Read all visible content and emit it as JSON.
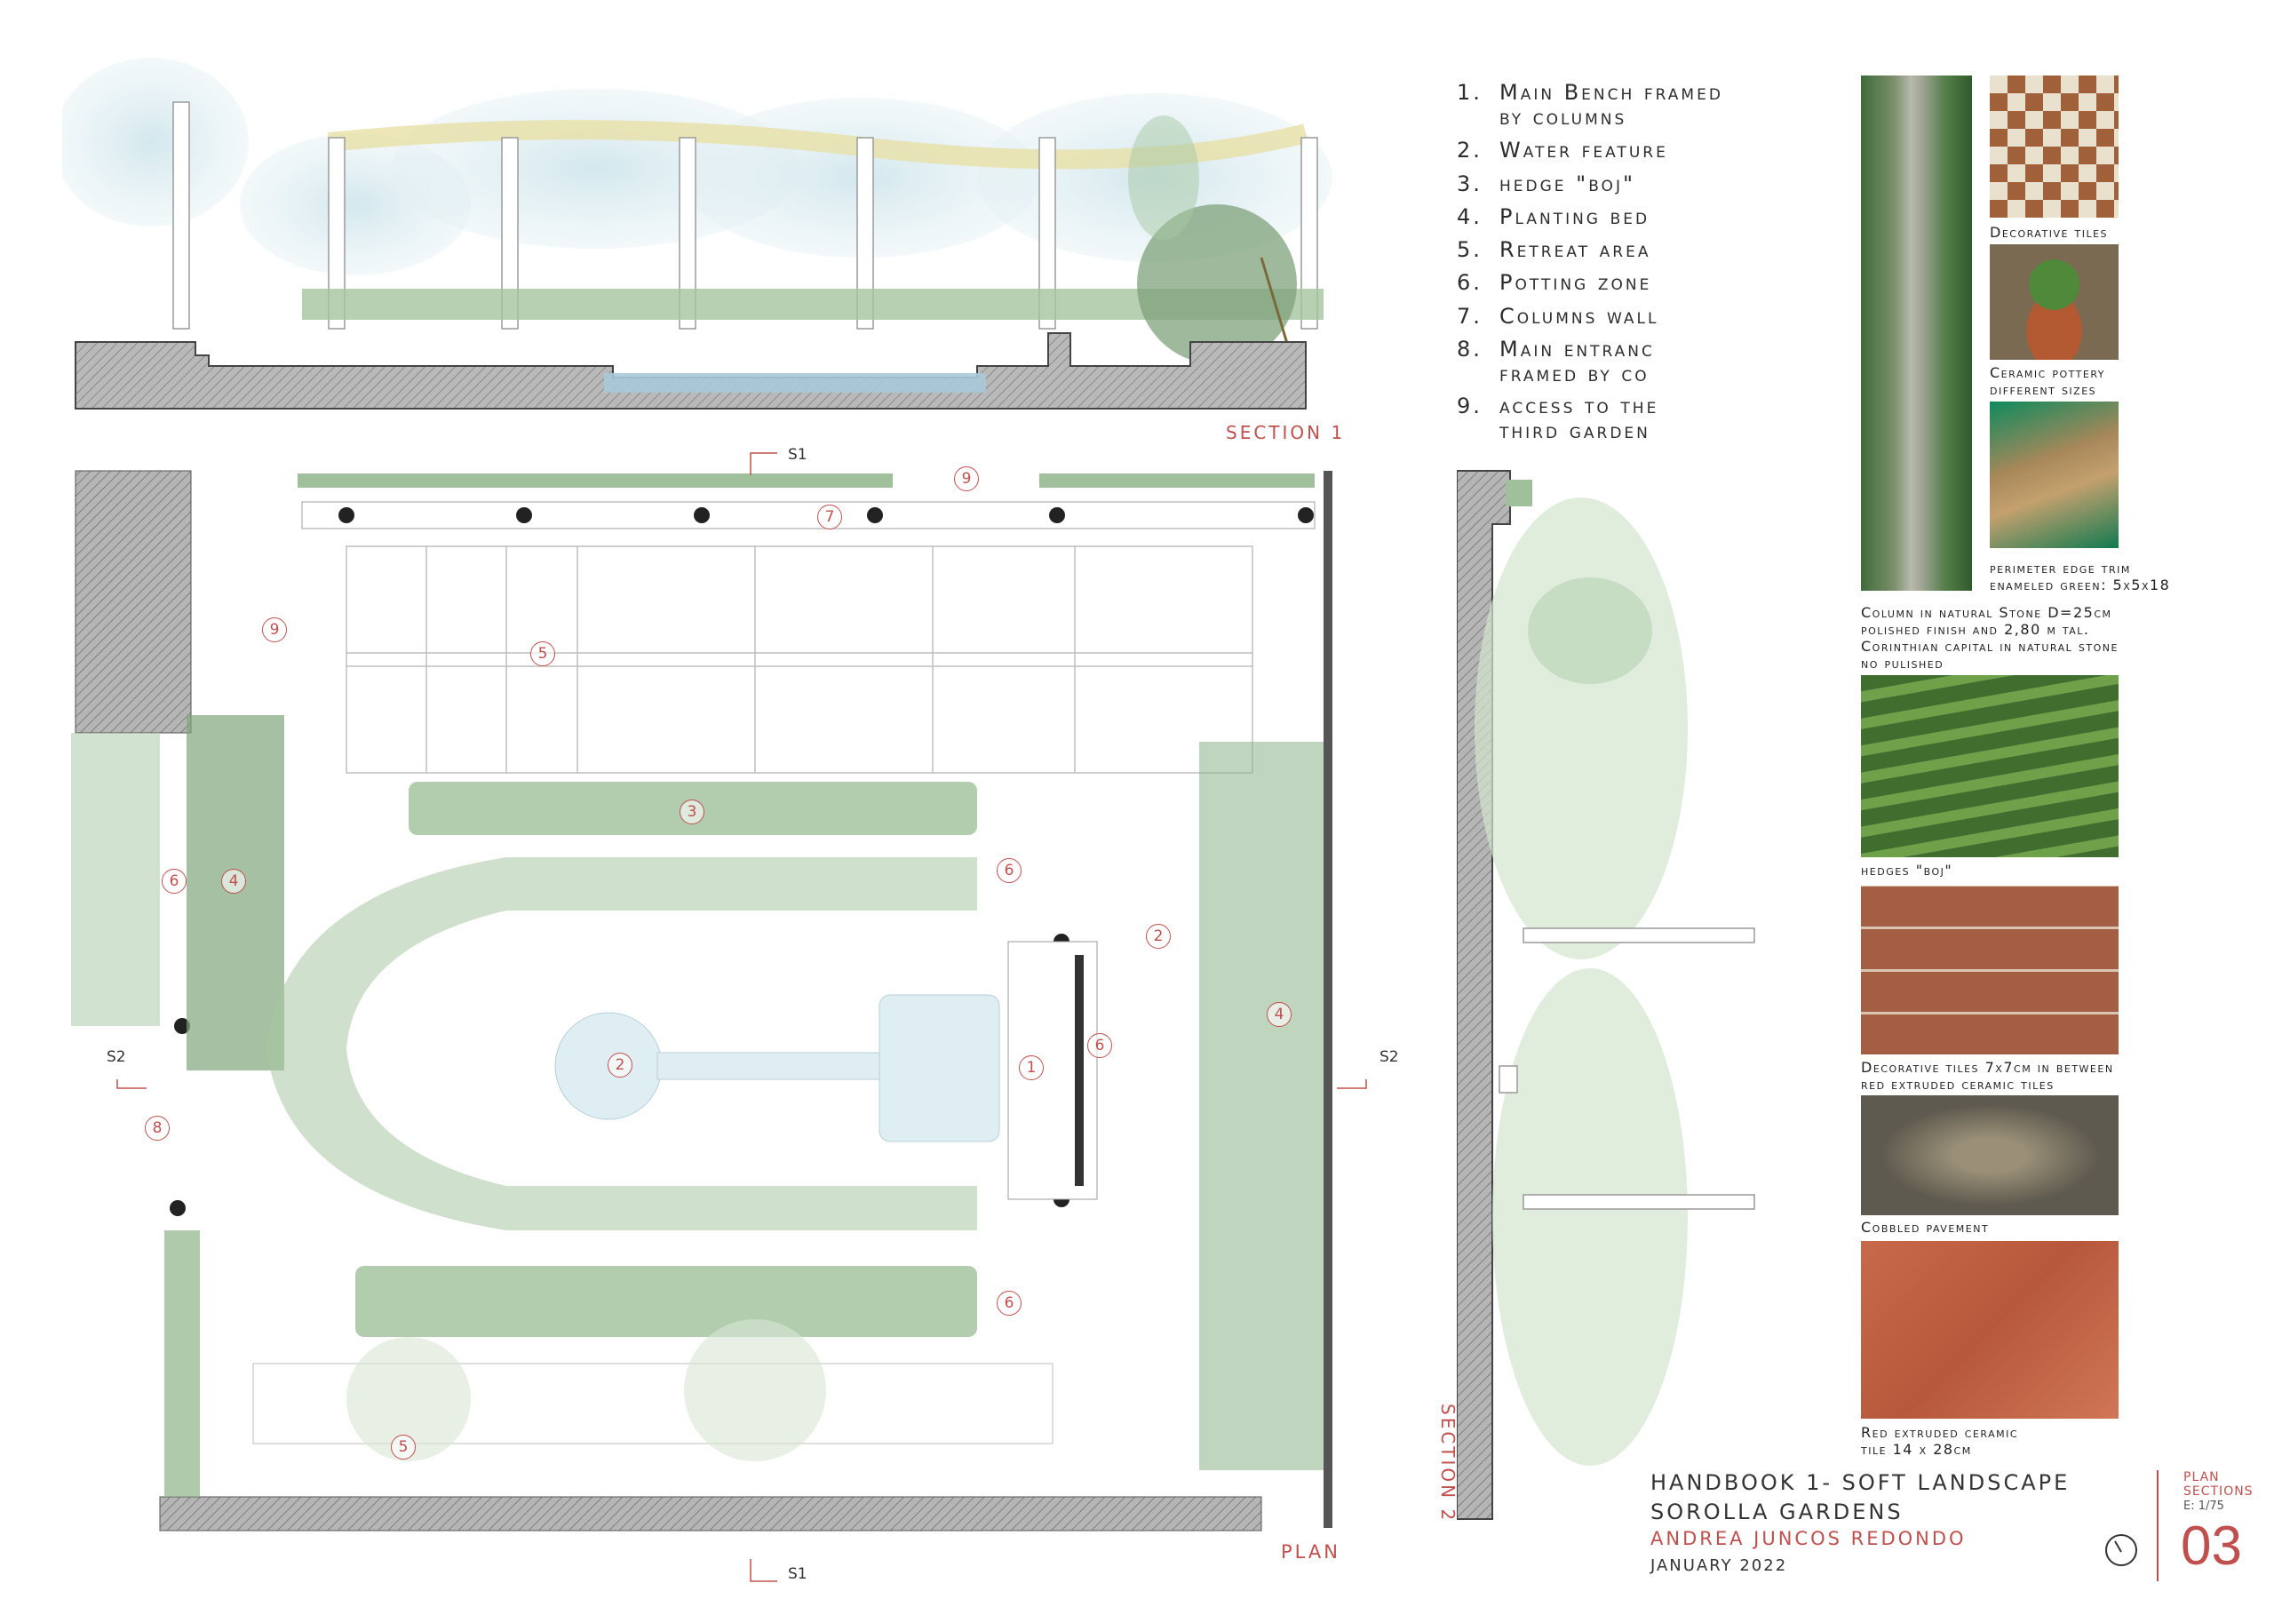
{
  "legend": [
    {
      "num": "1.",
      "text": "Main Bench framed",
      "text2": "by columns"
    },
    {
      "num": "2.",
      "text": "Water feature"
    },
    {
      "num": "3.",
      "text": "hedge \"boj\""
    },
    {
      "num": "4.",
      "text": "Planting bed"
    },
    {
      "num": "5.",
      "text": "Retreat area"
    },
    {
      "num": "6.",
      "text": "Potting zone"
    },
    {
      "num": "7.",
      "text": "Columns wall"
    },
    {
      "num": "8.",
      "text": "Main entranc",
      "text2": "framed by co"
    },
    {
      "num": "9.",
      "text": "access to the",
      "text2": "third garden"
    }
  ],
  "drawing_labels": {
    "section1": "SECTION 1",
    "section2": "SECTION 2",
    "plan": "PLAN",
    "s1_top": "S1",
    "s1_bottom": "S1",
    "s2_left": "S2",
    "s2_right": "S2"
  },
  "plan_markers": [
    "9",
    "7",
    "9",
    "5",
    "3",
    "6",
    "4",
    "6",
    "2",
    "2",
    "4",
    "1",
    "6",
    "8",
    "6",
    "5"
  ],
  "photo_captions": {
    "decorative_tiles": "Decorative tiles",
    "pottery_1": "Ceramic pottery",
    "pottery_2": "different sizes",
    "trim_1": "perimeter edge trim",
    "trim_2": "enameled green: 5x5x18",
    "column_1": "Column in natural Stone D=25cm",
    "column_2": "polished finish and 2,80 m tal.",
    "column_3": "Corinthian capital in natural stone",
    "column_4": "no pulished",
    "hedges": "hedges \"boj\"",
    "tiles_1": "Decorative tiles 7x7cm in between",
    "tiles_2": "red extruded ceramic tiles",
    "cobbled": "Cobbled pavement",
    "red_1": "Red extruded ceramic",
    "red_2": "tile 14 x 28cm"
  },
  "title_block": {
    "title1": "HANDBOOK 1- SOFT LANDSCAPE",
    "title2": "SOROLLA GARDENS",
    "author": "ANDREA JUNCOS REDONDO",
    "date": "JANUARY 2022",
    "sheet_type_1": "PLAN",
    "sheet_type_2": "SECTIONS",
    "scale": "E: 1/75",
    "sheet_number": "03"
  },
  "colors": {
    "accent": "#c0504d",
    "foliage": "#6f9a6a",
    "water": "#cfe4ea",
    "hatch": "#8a8a8a"
  }
}
